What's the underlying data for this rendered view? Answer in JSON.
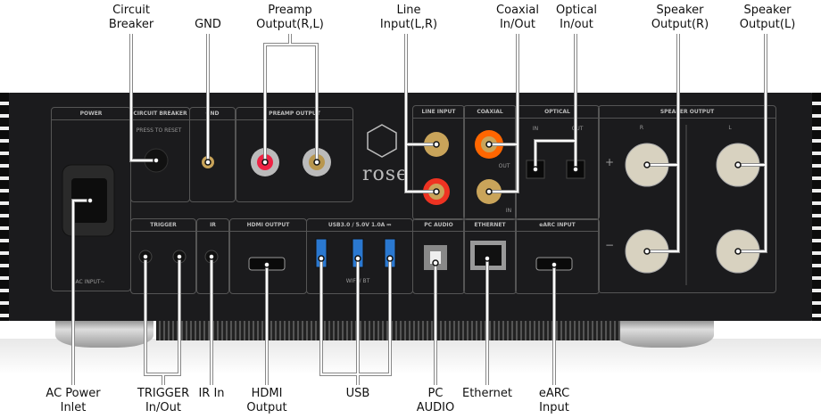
{
  "top_callouts": [
    {
      "id": "circuit-breaker",
      "text": "Circuit\nBreaker",
      "l1": "Circuit",
      "l2": "Breaker"
    },
    {
      "id": "gnd",
      "l1": "GND",
      "l2": ""
    },
    {
      "id": "preamp",
      "l1": "Preamp",
      "l2": "Output(R,L)"
    },
    {
      "id": "line-input",
      "l1": "Line",
      "l2": "Input(L,R)"
    },
    {
      "id": "coaxial",
      "l1": "Coaxial",
      "l2": "In/Out"
    },
    {
      "id": "optical",
      "l1": "Optical",
      "l2": "In/out"
    },
    {
      "id": "speaker-r",
      "l1": "Speaker",
      "l2": "Output(R)"
    },
    {
      "id": "speaker-l",
      "l1": "Speaker",
      "l2": "Output(L)"
    }
  ],
  "bottom_callouts": [
    {
      "id": "ac",
      "l1": "AC Power",
      "l2": "Inlet"
    },
    {
      "id": "trigger",
      "l1": "TRIGGER",
      "l2": "In/Out"
    },
    {
      "id": "ir",
      "l1": "IR In",
      "l2": ""
    },
    {
      "id": "hdmi",
      "l1": "HDMI",
      "l2": "Output"
    },
    {
      "id": "usb",
      "l1": "USB",
      "l2": ""
    },
    {
      "id": "pc-audio",
      "l1": "PC",
      "l2": "AUDIO"
    },
    {
      "id": "ethernet",
      "l1": "Ethernet",
      "l2": ""
    },
    {
      "id": "earc",
      "l1": "eARC",
      "l2": "Input"
    }
  ],
  "panel": {
    "power": "POWER",
    "ac_input": "AC INPUT~",
    "circuit_breaker": "CIRCUIT BREAKER",
    "press_to_reset": "PRESS TO RESET",
    "gnd": "GND",
    "preamp_output": "PREAMP OUTPUT",
    "r": "R",
    "l": "L",
    "logo": "rose",
    "line_input": "LINE INPUT",
    "coaxial": "COAXIAL",
    "out": "OUT",
    "in": "IN",
    "optical": "OPTICAL",
    "speaker_output": "SPEAKER OUTPUT",
    "plus": "+",
    "minus": "−",
    "trigger": "TRIGGER",
    "ir": "IR",
    "hdmi_output": "HDMI OUTPUT",
    "usb": "USB3.0 / 5.0V 1.0A ⎓",
    "wifi_bt": "WIFI / BT",
    "pc_audio": "PC AUDIO",
    "ethernet": "ETHERNET",
    "earc_input": "eARC INPUT"
  }
}
